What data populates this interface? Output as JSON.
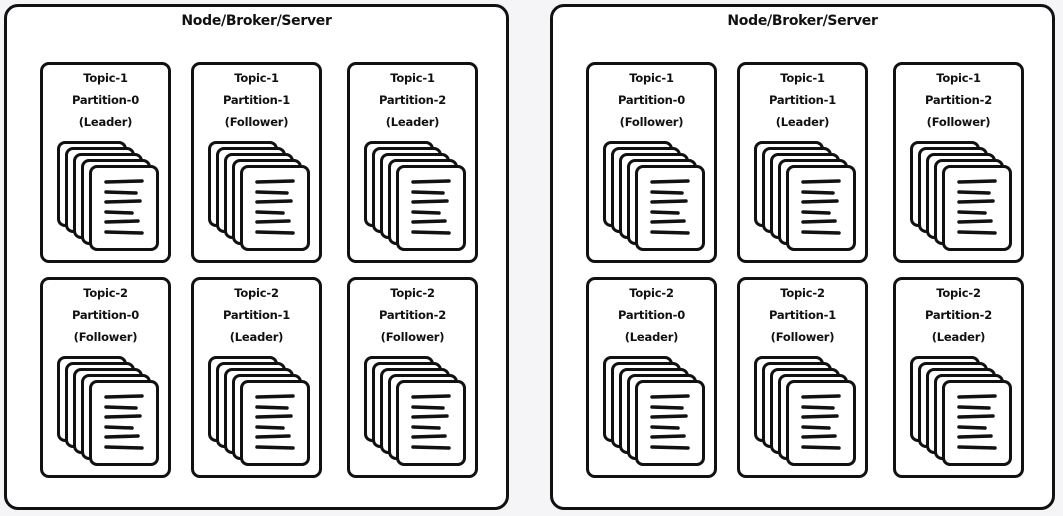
{
  "nodes": [
    {
      "title": "Node/Broker/Server",
      "partitions": [
        {
          "topic": "Topic-1",
          "partition": "Partition-0",
          "role": "(Leader)"
        },
        {
          "topic": "Topic-1",
          "partition": "Partition-1",
          "role": "(Follower)"
        },
        {
          "topic": "Topic-1",
          "partition": "Partition-2",
          "role": "(Leader)"
        },
        {
          "topic": "Topic-2",
          "partition": "Partition-0",
          "role": "(Follower)"
        },
        {
          "topic": "Topic-2",
          "partition": "Partition-1",
          "role": "(Leader)"
        },
        {
          "topic": "Topic-2",
          "partition": "Partition-2",
          "role": "(Follower)"
        }
      ]
    },
    {
      "title": "Node/Broker/Server",
      "partitions": [
        {
          "topic": "Topic-1",
          "partition": "Partition-0",
          "role": "(Follower)"
        },
        {
          "topic": "Topic-1",
          "partition": "Partition-1",
          "role": "(Leader)"
        },
        {
          "topic": "Topic-1",
          "partition": "Partition-2",
          "role": "(Follower)"
        },
        {
          "topic": "Topic-2",
          "partition": "Partition-0",
          "role": "(Leader)"
        },
        {
          "topic": "Topic-2",
          "partition": "Partition-1",
          "role": "(Follower)"
        },
        {
          "topic": "Topic-2",
          "partition": "Partition-2",
          "role": "(Leader)"
        }
      ]
    }
  ]
}
